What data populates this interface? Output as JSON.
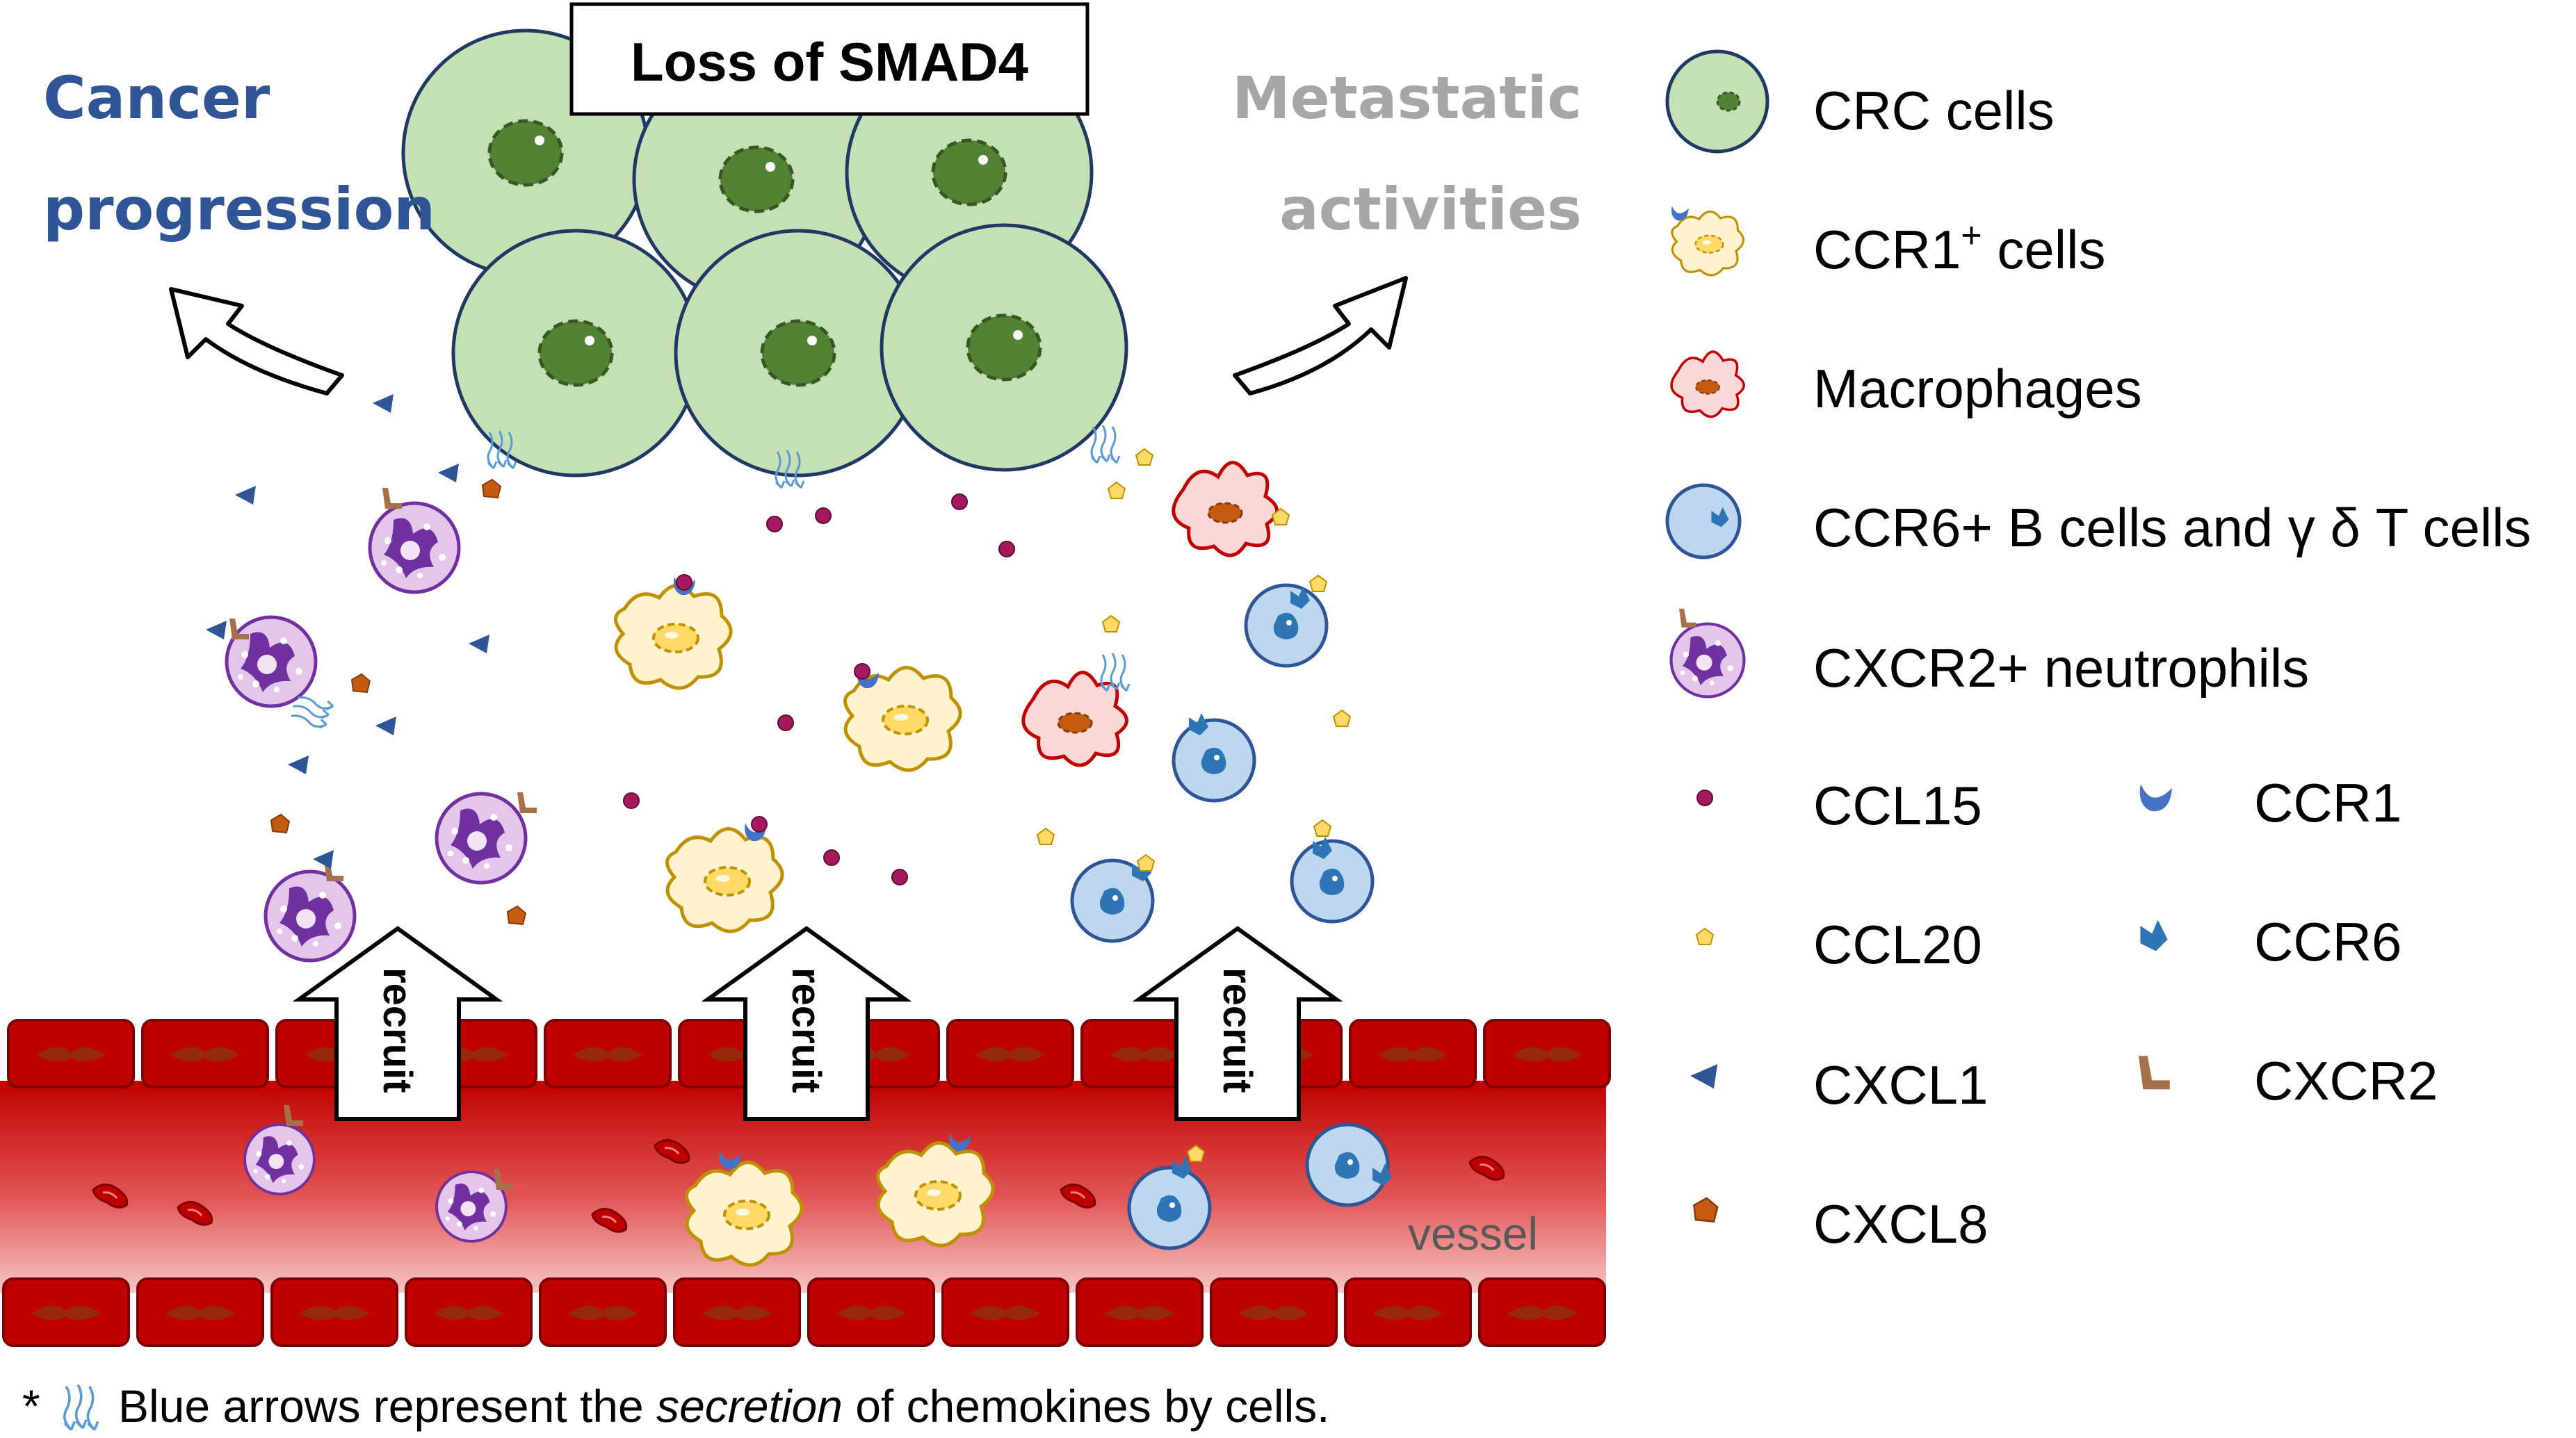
{
  "title": "Loss of SMAD4",
  "left_label": [
    "Cancer",
    "progression"
  ],
  "right_label": [
    "Metastatic",
    "activities"
  ],
  "recruit_label": "recruit",
  "vessel_label": "vessel",
  "footnote": {
    "star": "*",
    "before": "Blue arrows represent the ",
    "italic": "secretion",
    "after": " of chemokines by cells."
  },
  "legend": {
    "crc": "CRC cells",
    "ccr1_cells_main": "CCR1",
    "ccr1_cells_sup": "+",
    "ccr1_cells_rest": " cells",
    "macrophages": "Macrophages",
    "ccr6_cells": "CCR6+ B cells and γ δ T cells",
    "cxcr2_neutrophils": "CXCR2+ neutrophils",
    "ccl15": "CCL15",
    "ccl20": "CCL20",
    "cxcl1": "CXCL1",
    "cxcl8": "CXCL8",
    "ccr1": "CCR1",
    "ccr6": "CCR6",
    "cxcr2": "CXCR2"
  },
  "colors": {
    "crc_fill": "#c5e0b4",
    "crc_nucleus": "#548235",
    "ccr1_cell_fill": "#fff2cc",
    "macrophage_fill": "#fbd7d7",
    "bcell_fill": "#bdd7ee",
    "neutrophil_fill": "#e3c6ea",
    "neutrophil_nucleus": "#7030a0",
    "vessel_wall": "#c00000",
    "vessel_lumen": "#e04a4a",
    "cancer_label": "#2f5597",
    "metastatic_label": "#a6a6a6",
    "ccl15": "#a6195e",
    "ccl20": "#ffd966",
    "cxcl1": "#2f5597",
    "cxcl8": "#c55a11",
    "ccr1": "#4472c4",
    "ccr6": "#2e75b6",
    "cxcr2": "#a5704a"
  },
  "icons": [
    "crc-cell-icon",
    "ccr1-cell-icon",
    "macrophage-icon",
    "b-t-cell-icon",
    "neutrophil-icon",
    "ccl15-icon",
    "ccl20-icon",
    "cxcl1-icon",
    "cxcl8-icon",
    "ccr1-icon",
    "ccr6-icon",
    "cxcr2-icon",
    "secretion-arrow-icon"
  ]
}
